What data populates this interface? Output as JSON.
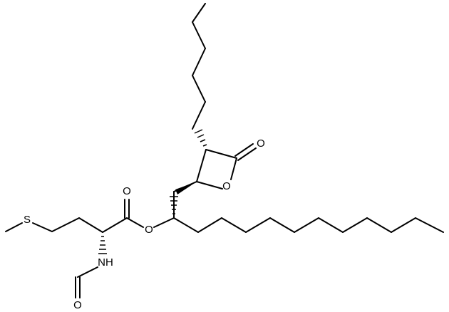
{
  "diagram": {
    "type": "chemical-structure",
    "atom_labels": {
      "s": "S",
      "nh": "NH",
      "o_formyl": "O",
      "o_ester_carbonyl": "O",
      "o_ester": "O",
      "o_ring": "O",
      "o_lactone_carbonyl": "O"
    },
    "colors": {
      "bond": "#000000",
      "label": "#000000",
      "background": "#ffffff"
    }
  }
}
